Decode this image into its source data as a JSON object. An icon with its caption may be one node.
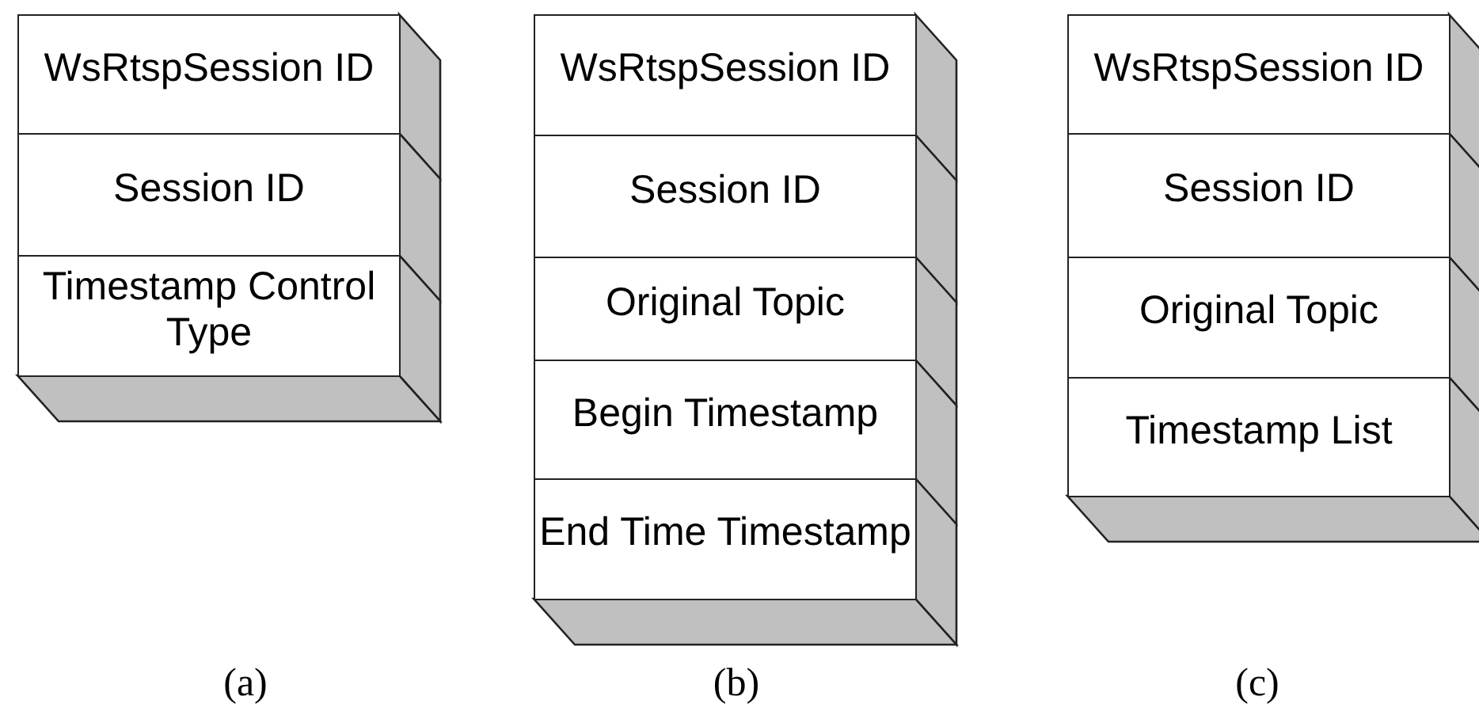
{
  "diagram": {
    "nodes": [
      {
        "text": [
          "WsRtspSession ID"
        ]
      },
      {
        "text": [
          "Session ID"
        ]
      },
      {
        "text": [
          "Timestamp Control Type"
        ]
      },
      {
        "text": [
          "WsRtspSession ID"
        ]
      },
      {
        "text": [
          "Session ID"
        ]
      },
      {
        "text": [
          "Original Topic"
        ]
      },
      {
        "text": [
          "Begin Timestamp"
        ]
      },
      {
        "text": [
          "End Time Timestamp"
        ]
      },
      {
        "text": [
          "WsRtspSession ID"
        ]
      },
      {
        "text": [
          "Session ID"
        ]
      },
      {
        "text": [
          "Original Topic"
        ]
      },
      {
        "text": [
          "Timestamp List"
        ]
      }
    ],
    "labels": [
      "(a)",
      "(b)",
      "(c)"
    ]
  }
}
